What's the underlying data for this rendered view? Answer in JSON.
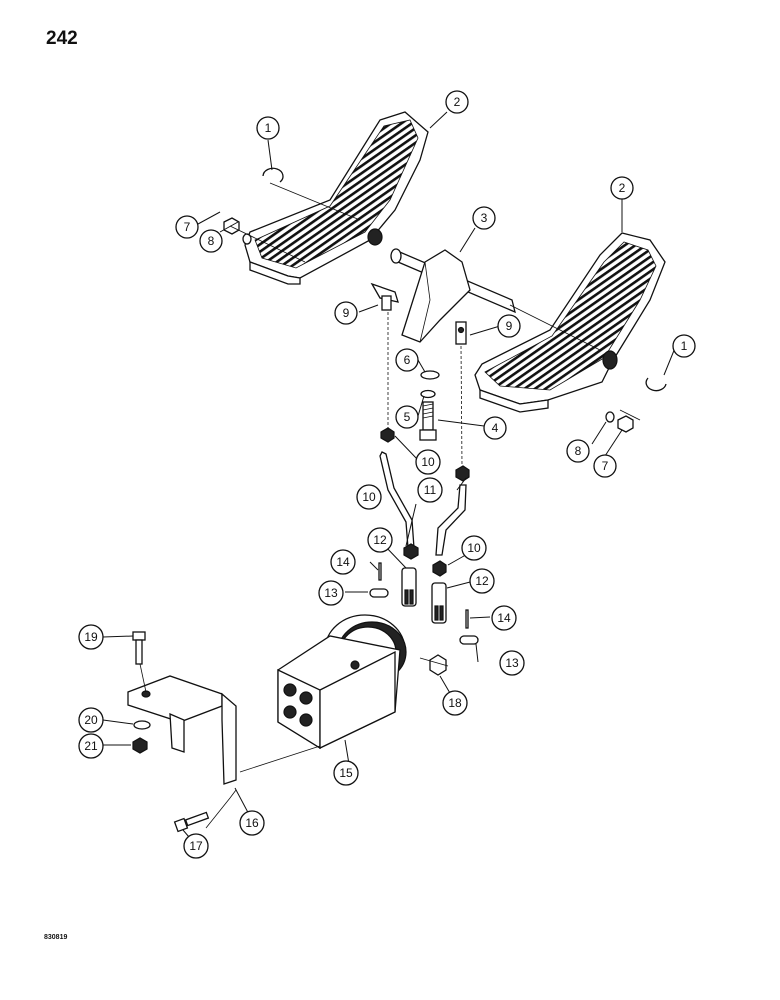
{
  "page": {
    "page_number": "242",
    "drawing_code": "830819"
  },
  "callouts": [
    {
      "id": "c1a",
      "label": "1"
    },
    {
      "id": "c1b",
      "label": "1"
    },
    {
      "id": "c2a",
      "label": "2"
    },
    {
      "id": "c2b",
      "label": "2"
    },
    {
      "id": "c3",
      "label": "3"
    },
    {
      "id": "c4",
      "label": "4"
    },
    {
      "id": "c5",
      "label": "5"
    },
    {
      "id": "c6",
      "label": "6"
    },
    {
      "id": "c7a",
      "label": "7"
    },
    {
      "id": "c7b",
      "label": "7"
    },
    {
      "id": "c8a",
      "label": "8"
    },
    {
      "id": "c8b",
      "label": "8"
    },
    {
      "id": "c9a",
      "label": "9"
    },
    {
      "id": "c9b",
      "label": "9"
    },
    {
      "id": "c10a",
      "label": "10"
    },
    {
      "id": "c10b",
      "label": "10"
    },
    {
      "id": "c10c",
      "label": "10"
    },
    {
      "id": "c11",
      "label": "11"
    },
    {
      "id": "c12a",
      "label": "12"
    },
    {
      "id": "c12b",
      "label": "12"
    },
    {
      "id": "c13a",
      "label": "13"
    },
    {
      "id": "c13b",
      "label": "13"
    },
    {
      "id": "c14a",
      "label": "14"
    },
    {
      "id": "c14b",
      "label": "14"
    },
    {
      "id": "c15",
      "label": "15"
    },
    {
      "id": "c16",
      "label": "16"
    },
    {
      "id": "c17",
      "label": "17"
    },
    {
      "id": "c18",
      "label": "18"
    },
    {
      "id": "c19",
      "label": "19"
    },
    {
      "id": "c20",
      "label": "20"
    },
    {
      "id": "c21",
      "label": "21"
    }
  ]
}
